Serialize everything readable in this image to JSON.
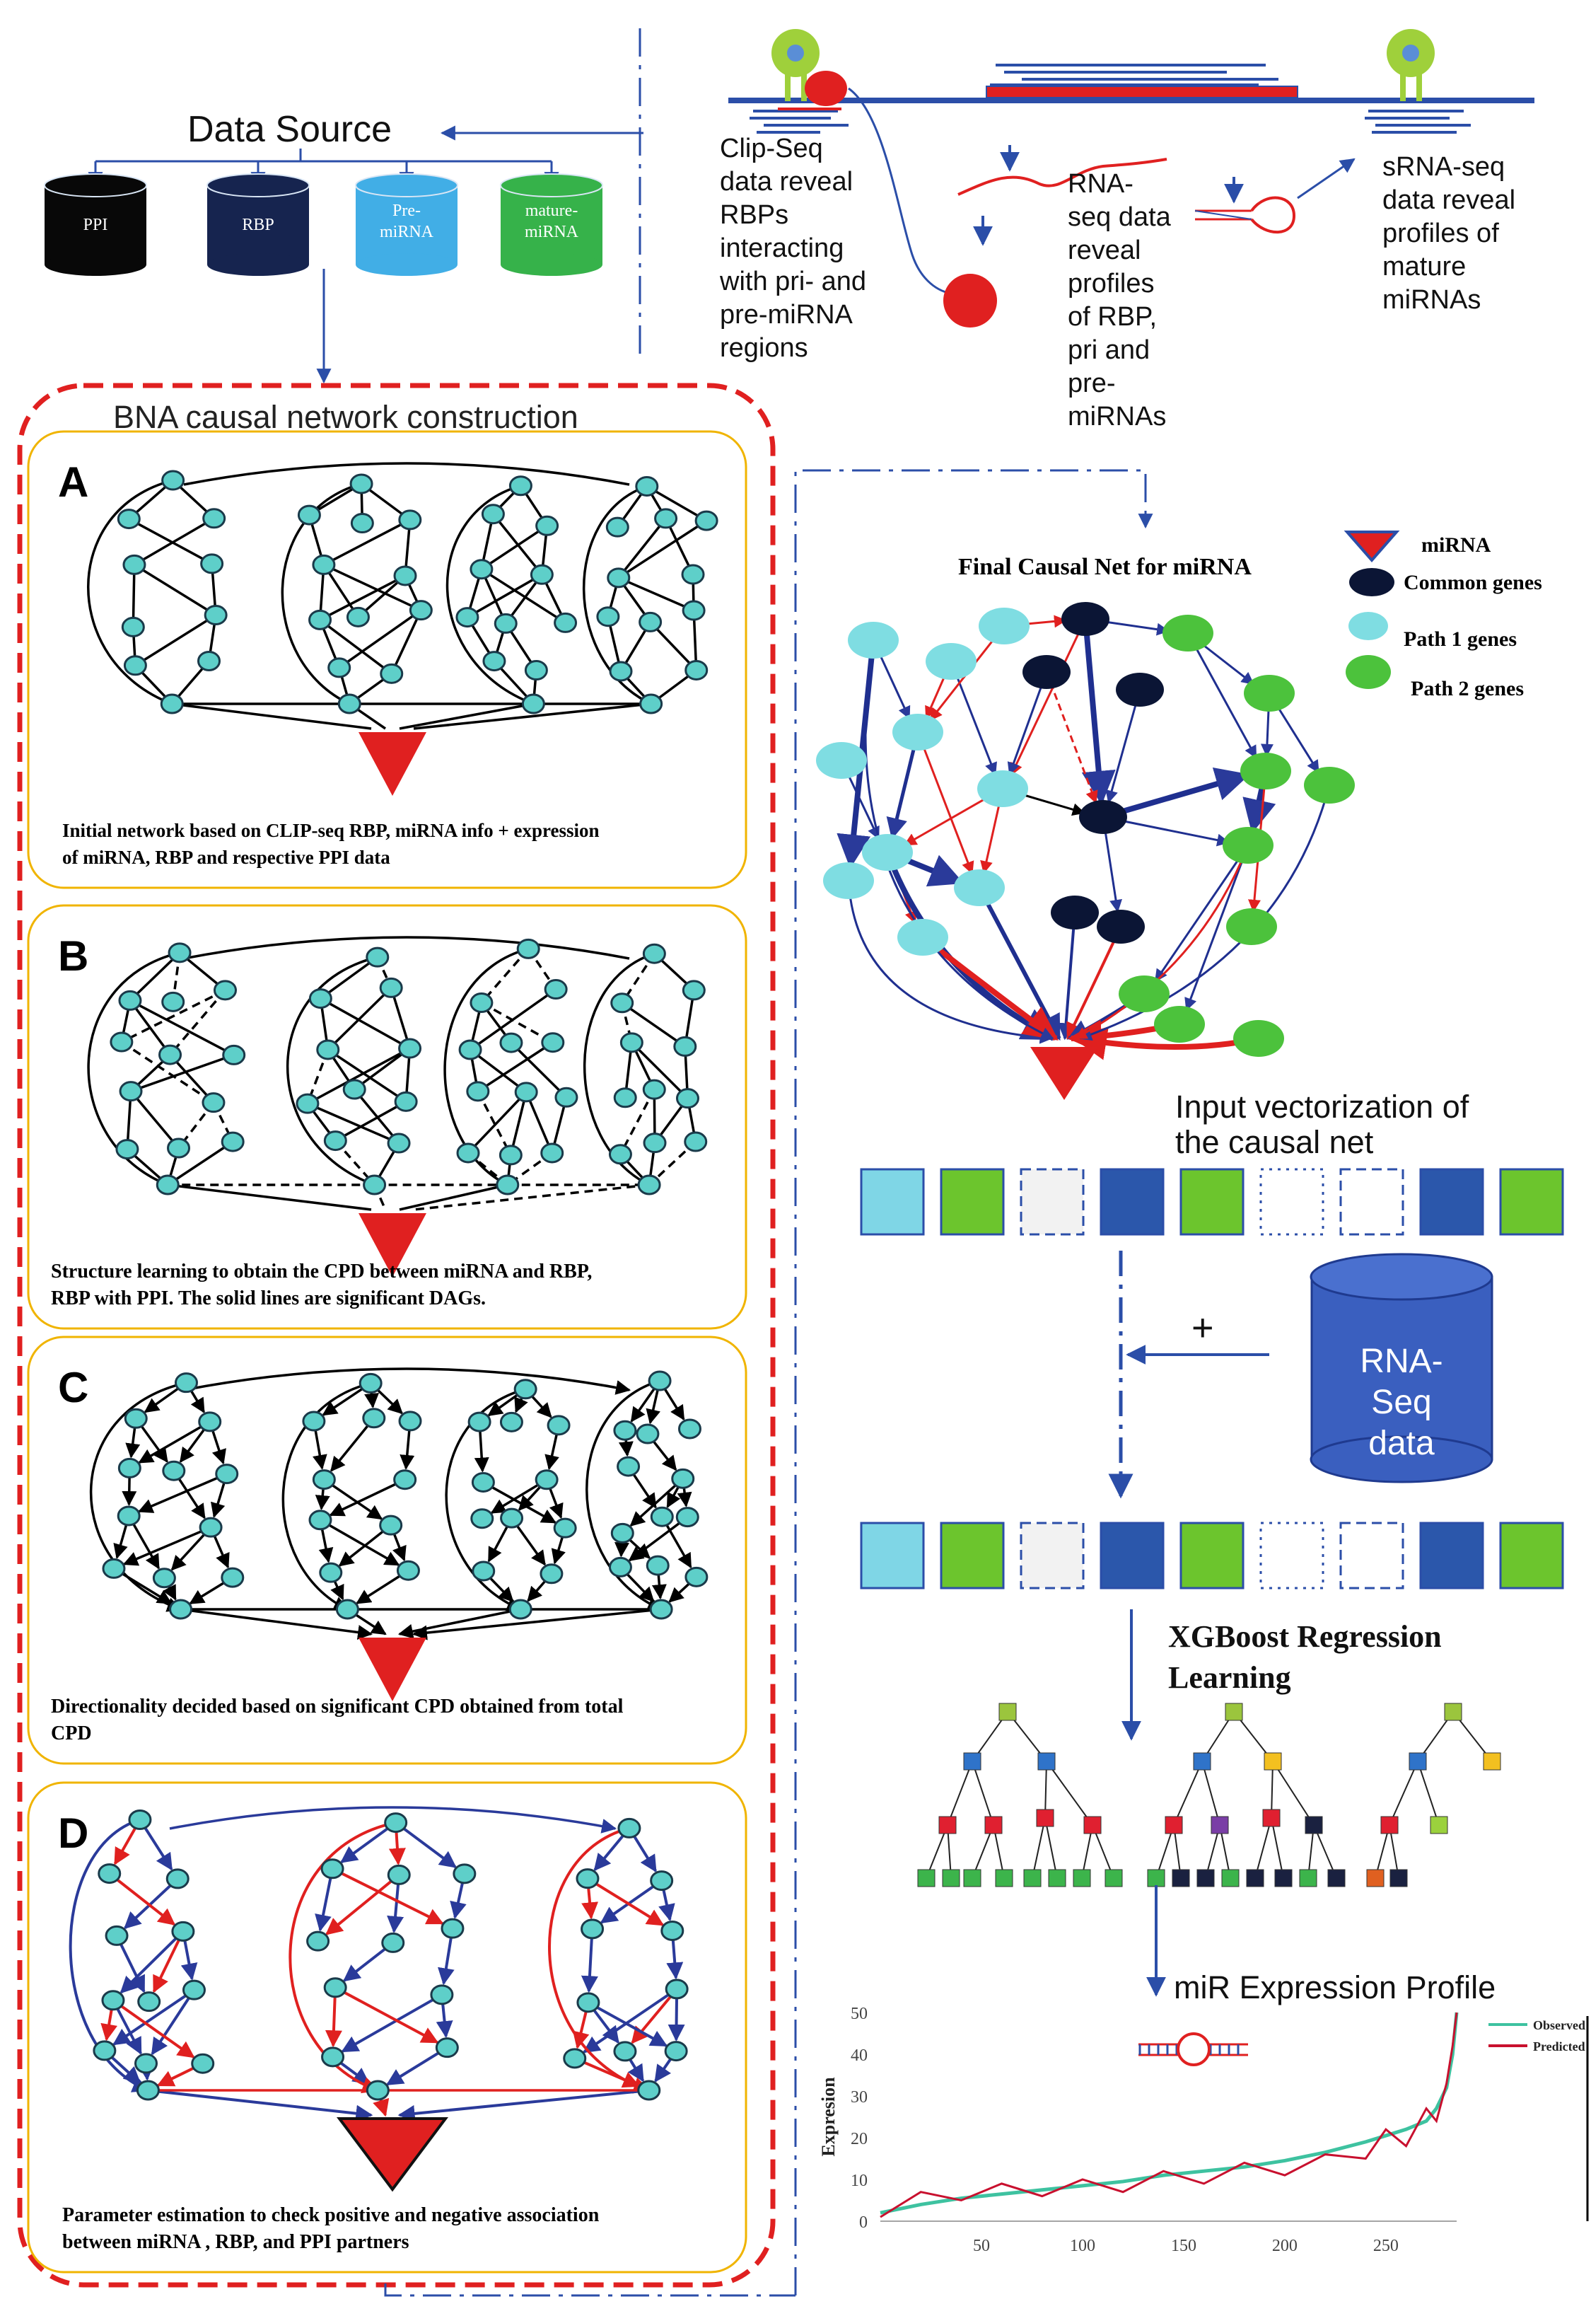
{
  "data_source": {
    "title": "Data Source",
    "databases": [
      {
        "label_lines": [
          "PPI"
        ],
        "color": "#080808"
      },
      {
        "label_lines": [
          "RBP"
        ],
        "color": "#16244f"
      },
      {
        "label_lines": [
          "Pre-",
          "miRNA"
        ],
        "color": "#41aee6"
      },
      {
        "label_lines": [
          "mature-",
          "miRNA"
        ],
        "color": "#36b24a"
      }
    ]
  },
  "sequencing": {
    "clip_lines": [
      "Clip-Seq",
      "data reveal",
      "RBPs",
      "interacting",
      "with pri- and",
      "pre-miRNA",
      "regions"
    ],
    "rna_lines": [
      "RNA-",
      "seq data",
      "reveal",
      "profiles",
      "of RBP,",
      "pri and",
      "pre-",
      "miRNAs"
    ],
    "srna_lines": [
      "sRNA-seq",
      "data reveal",
      "profiles of",
      "mature",
      "miRNAs"
    ]
  },
  "bna": {
    "title": "BNA causal network construction",
    "panels": [
      {
        "letter": "A",
        "caption_lines": [
          "Initial network based on CLIP-seq RBP, miRNA info +  expression",
          "of miRNA, RBP and respective PPI data"
        ]
      },
      {
        "letter": "B",
        "caption_lines": [
          "Structure learning to obtain the CPD between miRNA and RBP,",
          "RBP with PPI. The solid lines are significant DAGs."
        ]
      },
      {
        "letter": "C",
        "caption_lines": [
          "Directionality decided based on significant CPD obtained from total",
          "CPD"
        ]
      },
      {
        "letter": "D",
        "caption_lines": [
          "Parameter estimation to check positive and negative association",
          "between miRNA , RBP,  and PPI  partners"
        ]
      }
    ]
  },
  "final_net": {
    "title": "Final Causal Net for miRNA",
    "legend": [
      {
        "label": "miRNA",
        "kind": "mirna"
      },
      {
        "label": "Common genes",
        "kind": "common"
      },
      {
        "label": "Path 1 genes",
        "kind": "path1"
      },
      {
        "label": "Path 2 genes",
        "kind": "path2"
      }
    ]
  },
  "vectorization": {
    "title_lines": [
      "Input vectorization of",
      "the causal net"
    ],
    "cells": [
      "cyan",
      "green",
      "gray-dashed",
      "blue",
      "green",
      "white-dotted",
      "white-dashed",
      "blue",
      "green"
    ]
  },
  "rnaseq_db": {
    "label_lines": [
      "RNA-",
      "Seq",
      "data"
    ],
    "plus": "+"
  },
  "xgboost": {
    "title_lines": [
      "XGBoost Regression",
      "Learning"
    ]
  },
  "profile": {
    "title": "miR Expression Profile",
    "chart_data": {
      "type": "line",
      "xlabel": "",
      "ylabel": "Expresion",
      "x_ticks": [
        50,
        100,
        150,
        200,
        250
      ],
      "y_ticks": [
        0,
        10,
        20,
        30,
        40,
        50
      ],
      "xlim": [
        0,
        285
      ],
      "ylim": [
        0,
        50
      ],
      "series": [
        {
          "name": "Observed",
          "color": "#3ec2a0",
          "x": [
            0,
            20,
            40,
            60,
            80,
            100,
            120,
            140,
            160,
            180,
            200,
            220,
            240,
            250,
            260,
            270,
            275,
            280,
            283,
            285
          ],
          "y": [
            2,
            4,
            5.5,
            6.5,
            7.5,
            8.5,
            9.5,
            11,
            12,
            13,
            14.5,
            16.5,
            19,
            20.5,
            22,
            24,
            27,
            32,
            40,
            50
          ]
        },
        {
          "name": "Predicted",
          "color": "#c8102e",
          "x": [
            0,
            20,
            40,
            60,
            80,
            100,
            120,
            140,
            160,
            180,
            200,
            220,
            240,
            250,
            260,
            270,
            275,
            280,
            283,
            285
          ],
          "y": [
            1,
            7,
            5,
            9,
            6,
            10,
            7,
            12,
            9,
            14,
            11,
            16,
            15,
            22,
            18,
            27,
            24,
            33,
            42,
            50
          ]
        }
      ]
    }
  }
}
